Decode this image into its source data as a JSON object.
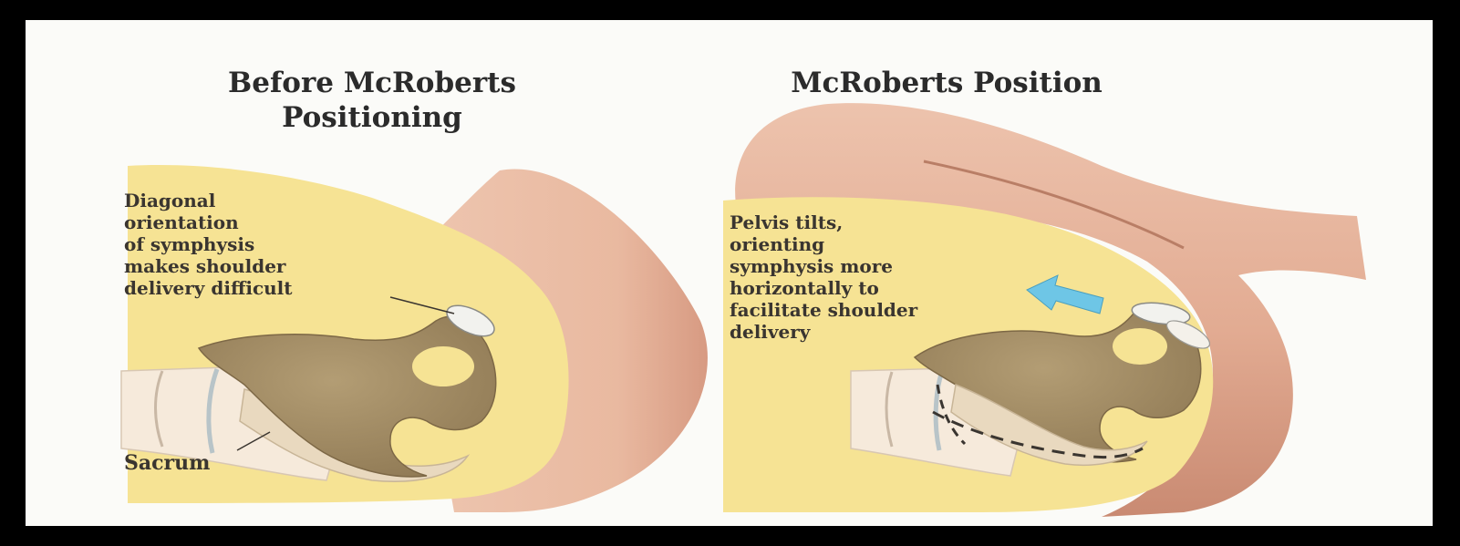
{
  "left_panel": {
    "title_lines": [
      "Before McRoberts",
      "Positioning"
    ],
    "annotation_lines": [
      "Diagonal",
      "orientation",
      "of symphysis",
      "makes shoulder",
      "delivery difficult"
    ],
    "sacrum_label": "Sacrum"
  },
  "right_panel": {
    "title": "McRoberts Position",
    "annotation_lines": [
      "Pelvis tilts,",
      "orienting",
      "symphysis more",
      "horizontally to",
      "facilitate shoulder",
      "delivery"
    ]
  },
  "colors": {
    "frame": "#000000",
    "background": "#fbfbf8",
    "soft_tissue": "#f6e394",
    "skin": "#e7b9a0",
    "bone": "#a8916a",
    "arrow": "#6ec6e6"
  }
}
